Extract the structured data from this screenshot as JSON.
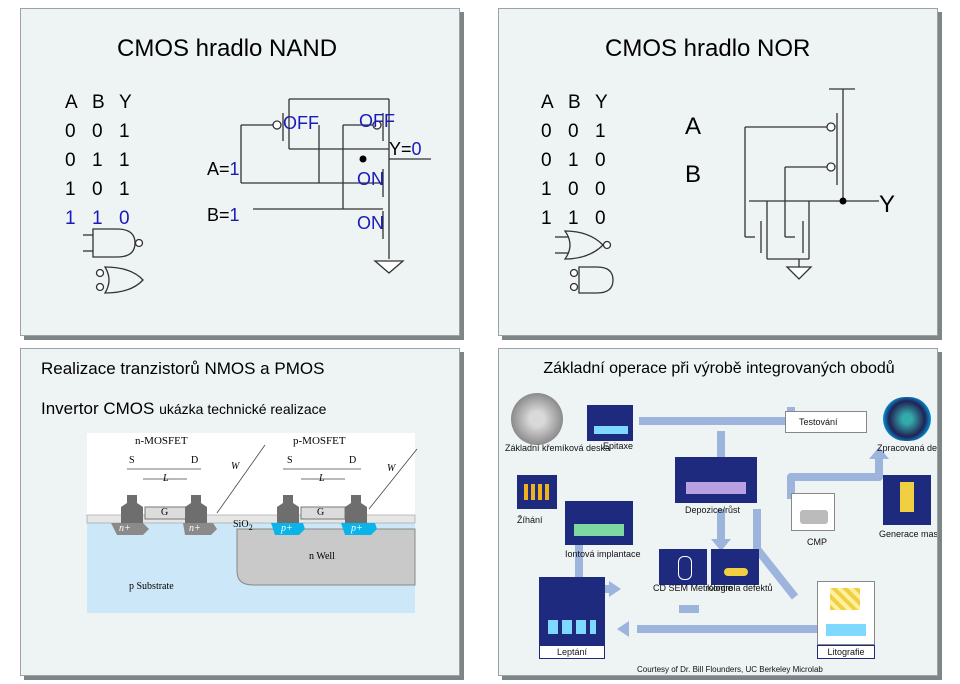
{
  "nand": {
    "title": "CMOS hradlo NAND",
    "table_header": [
      "A",
      "B",
      "Y"
    ],
    "table_rows": [
      [
        "0",
        "0",
        "1"
      ],
      [
        "0",
        "1",
        "1"
      ],
      [
        "1",
        "0",
        "1"
      ],
      [
        "1",
        "1",
        "0"
      ]
    ],
    "input_a_name": "A=",
    "input_a_value": "1",
    "input_b_name": "B=",
    "input_b_value": "1",
    "pmos_a_state": "OFF",
    "pmos_b_state": "OFF",
    "nmos_top_state": "ON",
    "nmos_bottom_state": "ON",
    "output_name": "Y=",
    "output_value": "0"
  },
  "nor": {
    "title": "CMOS hradlo NOR",
    "table_header": [
      "A",
      "B",
      "Y"
    ],
    "table_rows": [
      [
        "0",
        "0",
        "1"
      ],
      [
        "0",
        "1",
        "0"
      ],
      [
        "1",
        "0",
        "0"
      ],
      [
        "1",
        "1",
        "0"
      ]
    ],
    "input_a": "A",
    "input_b": "B",
    "output": "Y"
  },
  "mosfet": {
    "title": "Realizace tranzistorů NMOS a PMOS",
    "subtitle_main": "Invertor CMOS",
    "subtitle_small": "ukázka technické realizace",
    "n_mosfet": "n-MOSFET",
    "p_mosfet": "p-MOSFET",
    "s_label": "S",
    "d_label": "D",
    "g_label": "G",
    "l_label": "L",
    "w_label": "W",
    "n_plus": "n+",
    "p_plus": "p+",
    "sio2": "SiO",
    "sio2_sub": "2",
    "n_well": "n Well",
    "p_substrate": "p Substrate"
  },
  "process": {
    "title": "Základní operace při výrobě integrovaných obodů",
    "steps": {
      "wafer": "Základní křemíková deska",
      "epitaxy": "Epitaxe",
      "testing": "Testování",
      "finished": "Zpracovaná deska",
      "annealing": "Žíhání",
      "deposition": "Depozice/růst",
      "cmp": "CMP",
      "mask": "Generace masek",
      "implant": "Iontová implantace",
      "metrology": "CD SEM Metrologie",
      "defects": "Kontrola defektů",
      "etching": "Leptání",
      "lithography": "Litografie"
    },
    "courtesy": "Courtesy of Dr. Bill Flounders, UC Berkeley Microlab"
  },
  "colors": {
    "slide_bg": "#eef3f4",
    "slide_shadow": "#7d8586",
    "accent_blue": "#1a1ab8",
    "tile_blue": "#1e2a7e",
    "flow_blue": "#9db4dd"
  }
}
